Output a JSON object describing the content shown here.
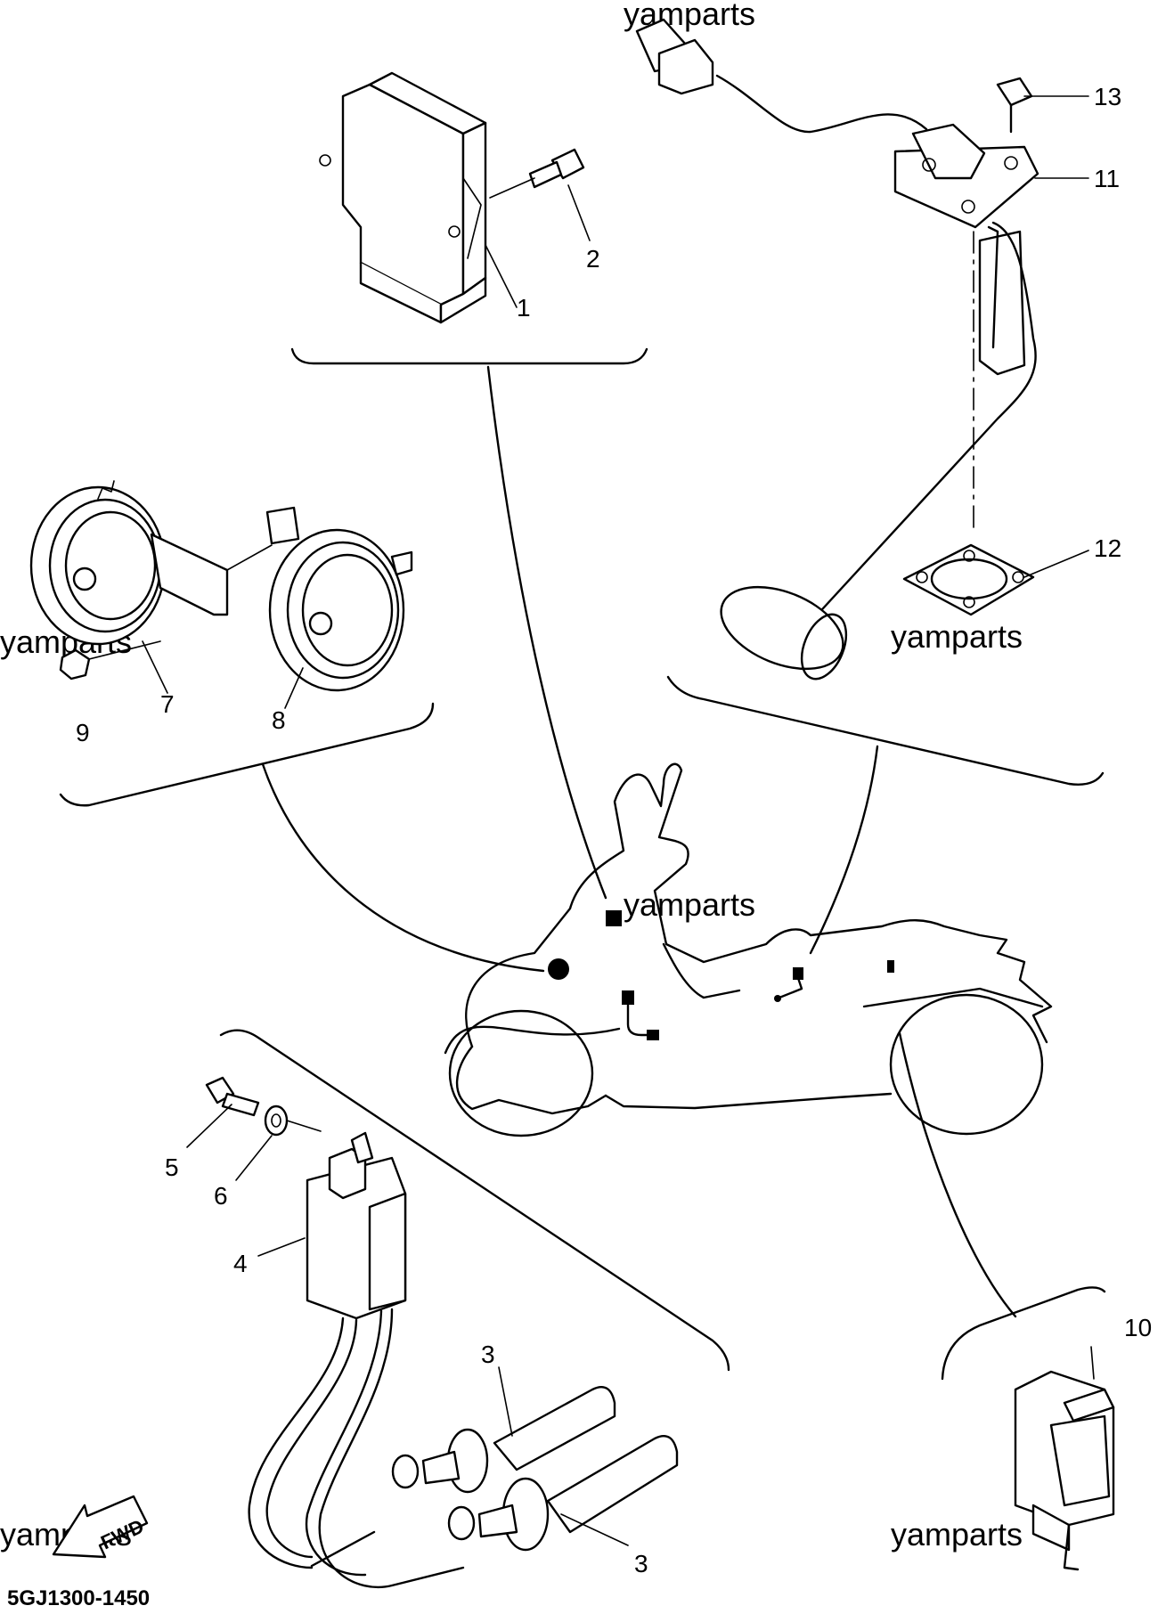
{
  "watermark": "yamparts",
  "diagram_code": "5GJ1300-1450",
  "direction_label": "FWD",
  "callouts": {
    "c1": "1",
    "c2": "2",
    "c3a": "3",
    "c3b": "3",
    "c4": "4",
    "c5": "5",
    "c6": "6",
    "c7": "7",
    "c8": "8",
    "c9": "9",
    "c10": "10",
    "c11": "11",
    "c12": "12",
    "c13": "13"
  }
}
